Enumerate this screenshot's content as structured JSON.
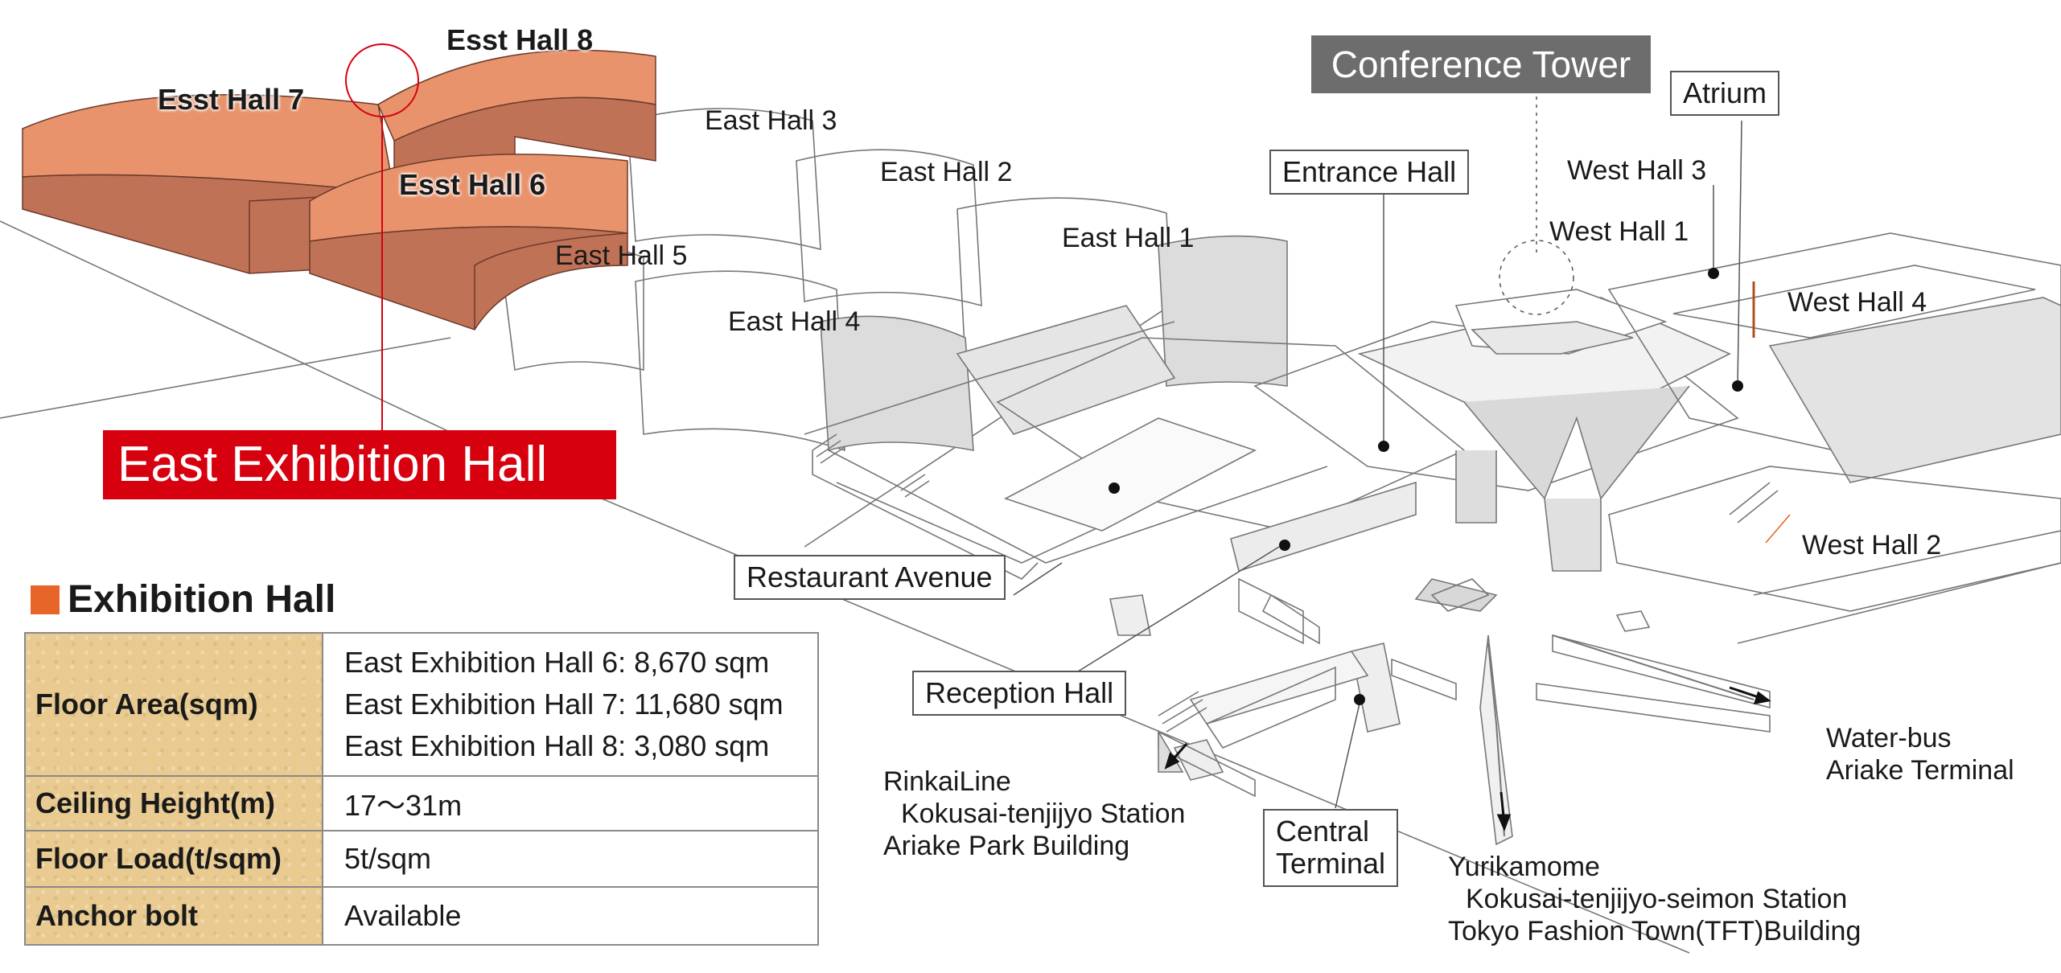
{
  "map": {
    "halls_highlighted": [
      {
        "id": "east7",
        "label": "Esst Hall 7"
      },
      {
        "id": "east8",
        "label": "Esst Hall 8"
      },
      {
        "id": "east6",
        "label": "Esst Hall 6"
      }
    ],
    "hall_labels": {
      "east3": "East Hall 3",
      "east2": "East Hall 2",
      "east1": "East Hall 1",
      "east5": "East Hall 5",
      "east4": "East Hall 4",
      "west3": "West Hall 3",
      "west1": "West Hall 1",
      "west4": "West Hall 4",
      "west2": "West Hall 2"
    },
    "boxed_labels": {
      "entrance_hall": "Entrance Hall",
      "atrium": "Atrium",
      "restaurant_avenue": "Restaurant Avenue",
      "reception_hall": "Reception Hall",
      "central_terminal_1": "Central",
      "central_terminal_2": "Terminal"
    },
    "conference_tower": "Conference Tower",
    "banner": "East Exhibition Hall",
    "transport": {
      "rinkai_1": "RinkaiLine",
      "rinkai_2": "Kokusai-tenjijyo Station",
      "rinkai_3": "Ariake Park Building",
      "waterbus_1": "Water-bus",
      "waterbus_2": "Ariake Terminal",
      "yurikamome_1": "Yurikamome",
      "yurikamome_2": "Kokusai-tenjijyo-seimon Station",
      "yurikamome_3": "Tokyo Fashion Town(TFT)Building"
    },
    "colors": {
      "highlight_hall": "#e8936c",
      "highlight_hall_side": "#c07257",
      "banner_bg": "#d7000f",
      "pointer_line": "#d7000f"
    }
  },
  "legend": {
    "title": "Exhibition Hall",
    "square_color": "#e8652a"
  },
  "spec_table": {
    "floor_area_label": "Floor Area(sqm)",
    "floor_area_values": [
      "East Exhibition Hall 6:   8,670 sqm",
      "East Exhibition Hall 7: 11,680 sqm",
      "East Exhibition Hall 8:   3,080 sqm"
    ],
    "ceiling_label": "Ceiling Height(m)",
    "ceiling_value": "17〜31m",
    "load_label": "Floor Load(t/sqm)",
    "load_value": "5t/sqm",
    "anchor_label": "Anchor bolt",
    "anchor_value": "Available"
  }
}
